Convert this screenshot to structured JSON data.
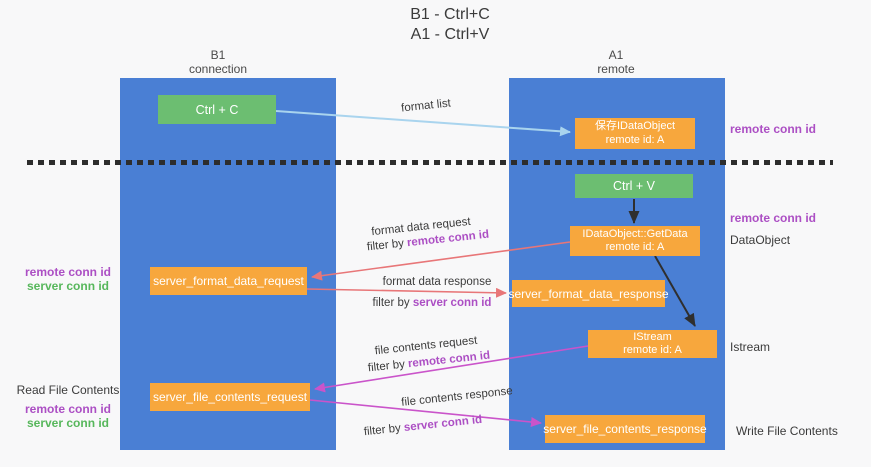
{
  "title": {
    "line1": "B1 - Ctrl+C",
    "line2": "A1 - Ctrl+V"
  },
  "columns": {
    "left": {
      "name": "B1",
      "role": "connection"
    },
    "right": {
      "name": "A1",
      "role": "remote"
    }
  },
  "nodes": {
    "ctrl_c": {
      "label": "Ctrl + C"
    },
    "ctrl_v": {
      "label": "Ctrl + V"
    },
    "save_dataobject": {
      "line1": "保存IDataObject",
      "line2": "remote id: A"
    },
    "getdata": {
      "line1": "IDataObject::GetData",
      "line2": "remote id: A"
    },
    "istream": {
      "line1": "IStream",
      "line2": "remote id: A"
    },
    "format_request": {
      "label": "server_format_data_request"
    },
    "format_response": {
      "label": "server_format_data_response"
    },
    "file_request": {
      "label": "server_file_contents_request"
    },
    "file_response": {
      "label": "server_file_contents_response"
    }
  },
  "flow_labels": {
    "format_list": "format list",
    "format_request_line1": "format data request",
    "format_request_filter_prefix": "filter by ",
    "format_request_filter_key": "remote conn id",
    "format_response_line1": "format data response",
    "format_response_filter_prefix": "filter by ",
    "format_response_filter_key": "server conn id",
    "file_request_line1": "file contents request",
    "file_request_filter_prefix": "filter by ",
    "file_request_filter_key": "remote conn id",
    "file_response_line1": "file contents response",
    "file_response_filter_prefix": "filter by ",
    "file_response_filter_key": "server conn id"
  },
  "side_labels": {
    "right_top_remote_conn_id": "remote conn id",
    "right_mid_remote_conn_id": "remote conn id",
    "right_dataobject": "DataObject",
    "right_istream": "Istream",
    "right_write_file_contents": "Write File Contents",
    "left_remote_conn_id_1": "remote conn id",
    "left_server_conn_id_1": "server conn id",
    "left_read_file_contents": "Read File Contents",
    "left_remote_conn_id_2": "remote conn id",
    "left_server_conn_id_2": "server conn id"
  },
  "colors": {
    "lifeline_blue": "#4a7fd4",
    "node_orange": "#f7a73d",
    "node_green": "#6cbe71",
    "purple_text": "#ac4fc4",
    "green_text": "#57b75c",
    "arrow_red": "#e87678",
    "arrow_magenta": "#ca54ca",
    "arrow_lightblue": "#a9d4ee",
    "arrow_black": "#2f2f2f",
    "background": "#f8f8f9"
  }
}
